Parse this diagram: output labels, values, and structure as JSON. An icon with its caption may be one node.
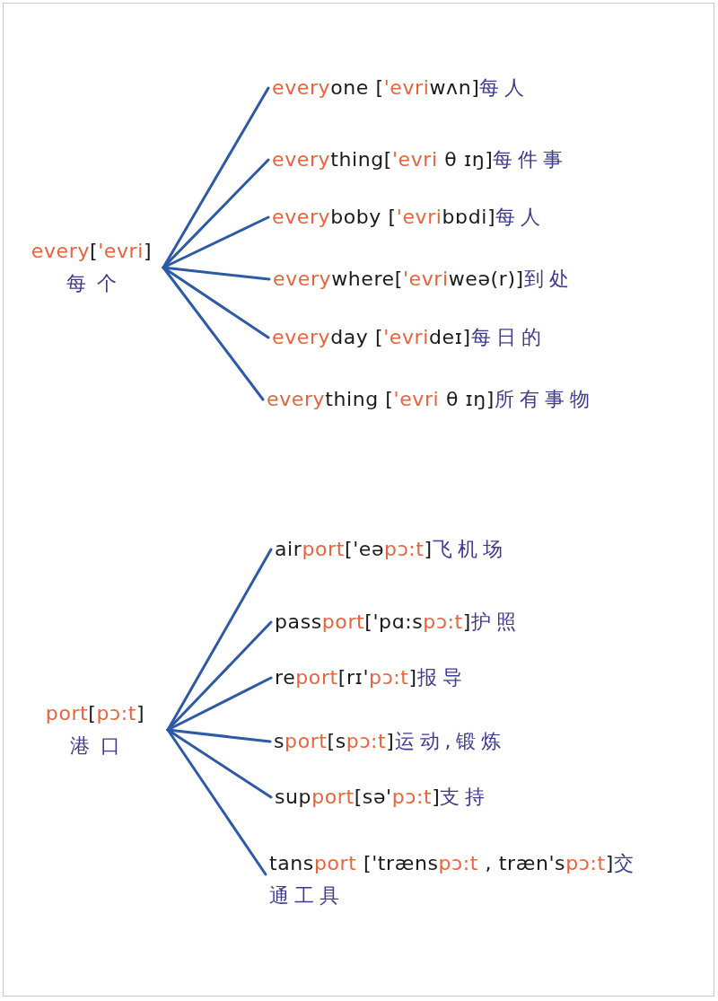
{
  "diagram": {
    "nodes": [
      {
        "text": [
          "every['evri]",
          "每个"
        ]
      },
      {
        "text": [
          "everyone ['evriwʌn]每人"
        ]
      },
      {
        "text": [
          "everything['evri θ ɪŋ]每件事"
        ]
      },
      {
        "text": [
          "everyboby ['evribɒdi]每人"
        ]
      },
      {
        "text": [
          "everywhere['evriweə(r)]到处"
        ]
      },
      {
        "text": [
          "everyday ['evrideɪ]每日的"
        ]
      },
      {
        "text": [
          "everything ['evri θ ɪŋ]所有事物"
        ]
      },
      {
        "text": [
          "port[pɔ:t]",
          "港口"
        ]
      },
      {
        "text": [
          "airport['eəpɔ:t]飞机场"
        ]
      },
      {
        "text": [
          "passport['pɑ:spɔ:t]护照"
        ]
      },
      {
        "text": [
          "report[rɪ'pɔ:t]报导"
        ]
      },
      {
        "text": [
          "sport[spɔ:t]运动,锻炼"
        ]
      },
      {
        "text": [
          "support[sə'pɔ:t]支持"
        ]
      },
      {
        "text": [
          "tansport ['trænspɔ:t , træn'spɔ:t]交通工具"
        ]
      }
    ],
    "edges": [
      {
        "from": 0,
        "to": 1,
        "arrow": "none"
      },
      {
        "from": 0,
        "to": 2,
        "arrow": "none"
      },
      {
        "from": 0,
        "to": 3,
        "arrow": "none"
      },
      {
        "from": 0,
        "to": 4,
        "arrow": "none"
      },
      {
        "from": 0,
        "to": 5,
        "arrow": "none"
      },
      {
        "from": 0,
        "to": 6,
        "arrow": "none"
      },
      {
        "from": 7,
        "to": 8,
        "arrow": "none"
      },
      {
        "from": 7,
        "to": 9,
        "arrow": "none"
      },
      {
        "from": 7,
        "to": 10,
        "arrow": "none"
      },
      {
        "from": 7,
        "to": 11,
        "arrow": "none"
      },
      {
        "from": 7,
        "to": 12,
        "arrow": "none"
      },
      {
        "from": 7,
        "to": 13,
        "arrow": "none"
      }
    ]
  }
}
